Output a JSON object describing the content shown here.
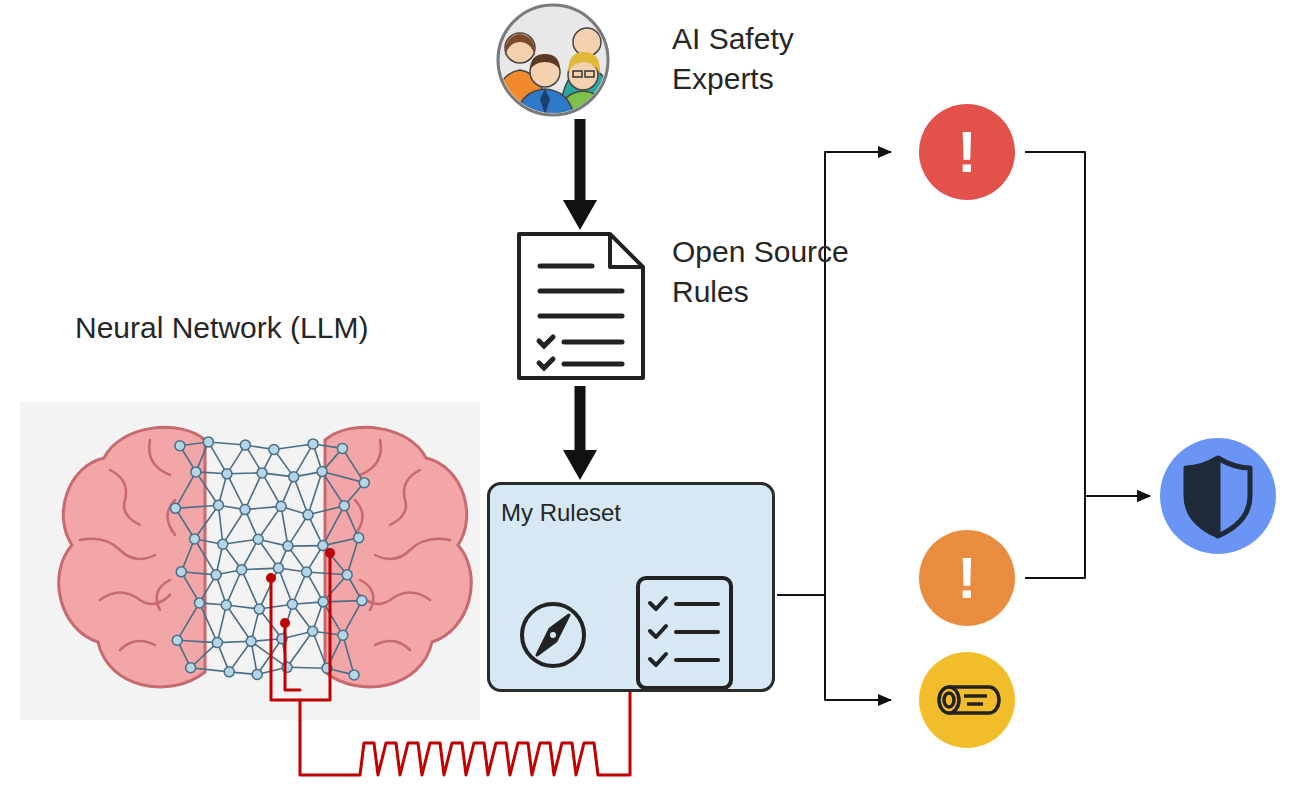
{
  "diagram": {
    "nodes": [
      {
        "text": [
          "AI Safety Experts"
        ]
      },
      {
        "text": [
          "Open Source Rules"
        ]
      },
      {
        "text": [
          "Neural Network (LLM)"
        ]
      },
      {
        "text": [
          "My Ruleset"
        ]
      },
      {
        "text": [
          "!"
        ]
      },
      {
        "text": [
          "!"
        ]
      },
      {
        "text": []
      },
      {
        "text": []
      }
    ],
    "edges": [
      {
        "from": 0,
        "to": 1,
        "arrow": "to"
      },
      {
        "from": 1,
        "to": 3,
        "arrow": "to"
      },
      {
        "from": 2,
        "to": 3,
        "arrow": "none"
      },
      {
        "from": 3,
        "to": 4,
        "arrow": "to"
      },
      {
        "from": 3,
        "to": 6,
        "arrow": "to"
      },
      {
        "from": 4,
        "to": 7,
        "arrow": "to"
      },
      {
        "from": 5,
        "to": 7,
        "arrow": "to"
      }
    ]
  }
}
